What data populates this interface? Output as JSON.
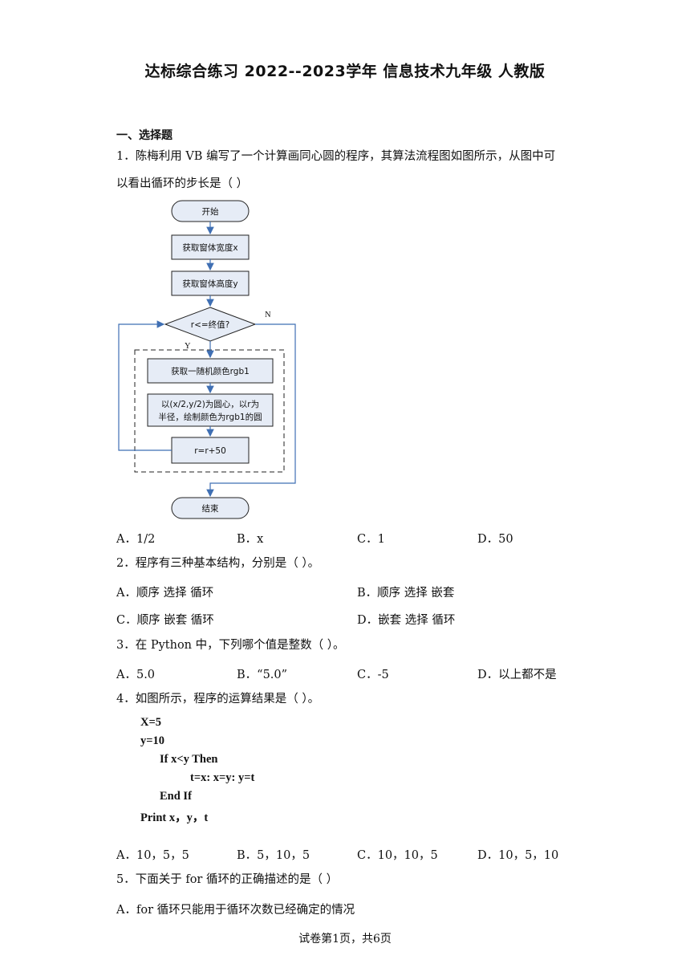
{
  "title": "达标综合练习 2022--2023学年 信息技术九年级 人教版",
  "section": "一、选择题",
  "q1": {
    "line1": "1．陈梅利用 VB 编写了一个计算画同心圆的程序，其算法流程图如图所示，从图中可",
    "line2": "以看出循环的步长是（     ）",
    "flowchart": {
      "start": "开始",
      "step1": "获取窗体宽度x",
      "step2": "获取窗体高度y",
      "decision": "r<=终值?",
      "yes": "Y",
      "no": "N",
      "step3": "获取一随机颜色rgb1",
      "step4_line1": "以(x/2,y/2)为圆心，以r为",
      "step4_line2": "半径，绘制颜色为rgb1的圆",
      "step5": "r=r+50",
      "end": "结束"
    },
    "options": {
      "a": "A．1/2",
      "b": "B．x",
      "c": "C．1",
      "d": "D．50"
    }
  },
  "q2": {
    "text": "2．程序有三种基本结构，分别是（     ）。",
    "options": {
      "a": "A．顺序  选择  循环",
      "b": "B．顺序  选择  嵌套",
      "c": "C．顺序  嵌套  循环",
      "d": "D．嵌套  选择  循环"
    }
  },
  "q3": {
    "text": "3．在 Python 中，下列哪个值是整数（     ）。",
    "options": {
      "a": "A．5.0",
      "b": "B．“5.0”",
      "c": "C．-5",
      "d": "D．以上都不是"
    }
  },
  "q4": {
    "text": "4．如图所示，程序的运算结果是（     ）。",
    "code": {
      "l1": "X=5",
      "l2": "y=10",
      "l3": "If    x<y    Then",
      "l4": "t=x: x=y: y=t",
      "l5": "End If",
      "l6": "Print x，y，t"
    },
    "options": {
      "a": "A．10，5，5",
      "b": "B．5，10，5",
      "c": "C．10，10，5",
      "d": "D．10，5，10"
    }
  },
  "q5": {
    "text": "5．下面关于 for 循环的正确描述的是（     ）",
    "option_a": "A．for 循环只能用于循环次数已经确定的情况"
  },
  "footer": "试卷第1页，共6页",
  "colors": {
    "box_fill": "#e6ecf6",
    "arrow": "#3f6fb3",
    "ink": "#111111"
  }
}
